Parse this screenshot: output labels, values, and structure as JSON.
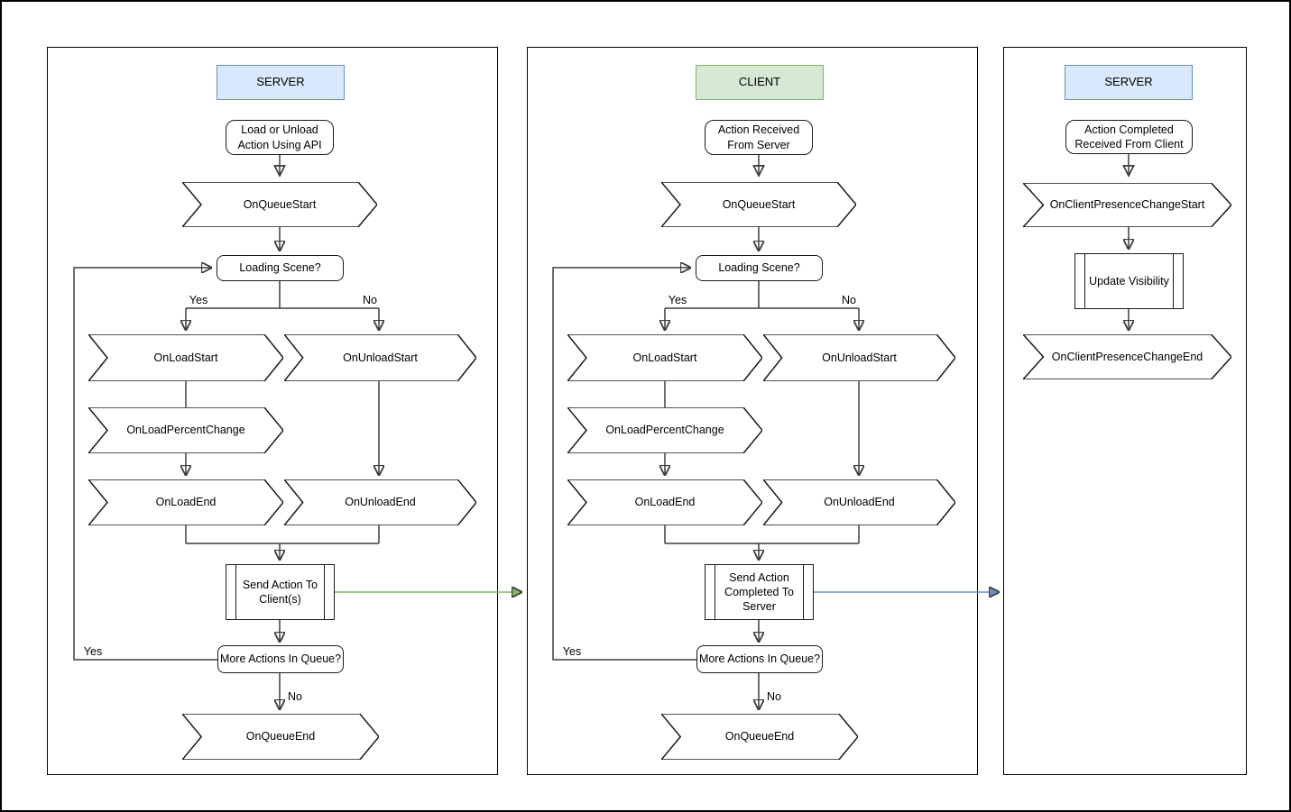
{
  "colors": {
    "server_fill": "#dae8fc",
    "server_border": "#6c8ebf",
    "client_fill": "#d5e8d4",
    "client_border": "#82b366",
    "green_arrow": "#82b366",
    "blue_arrow": "#6c8ebf"
  },
  "edge_labels": {
    "yes": "Yes",
    "no": "No"
  },
  "server_panel": {
    "header": "SERVER",
    "start": "Load or Unload\nAction Using API",
    "on_queue_start": "OnQueueStart",
    "loading_scene": "Loading Scene?",
    "on_load_start": "OnLoadStart",
    "on_unload_start": "OnUnloadStart",
    "on_load_percent_change": "OnLoadPercentChange",
    "on_load_end": "OnLoadEnd",
    "on_unload_end": "OnUnloadEnd",
    "send_action": "Send Action To\nClient(s)",
    "more_actions": "More Actions In Queue?",
    "on_queue_end": "OnQueueEnd"
  },
  "client_panel": {
    "header": "CLIENT",
    "start": "Action Received\nFrom Server",
    "on_queue_start": "OnQueueStart",
    "loading_scene": "Loading Scene?",
    "on_load_start": "OnLoadStart",
    "on_unload_start": "OnUnloadStart",
    "on_load_percent_change": "OnLoadPercentChange",
    "on_load_end": "OnLoadEnd",
    "on_unload_end": "OnUnloadEnd",
    "send_action": "Send Action\nCompleted To\nServer",
    "more_actions": "More Actions In Queue?",
    "on_queue_end": "OnQueueEnd"
  },
  "server_presence_panel": {
    "header": "SERVER",
    "start": "Action Completed\nReceived From Client",
    "on_client_presence_change_start": "OnClientPresenceChangeStart",
    "update_visibility": "Update Visibility",
    "on_client_presence_change_end": "OnClientPresenceChangeEnd"
  }
}
